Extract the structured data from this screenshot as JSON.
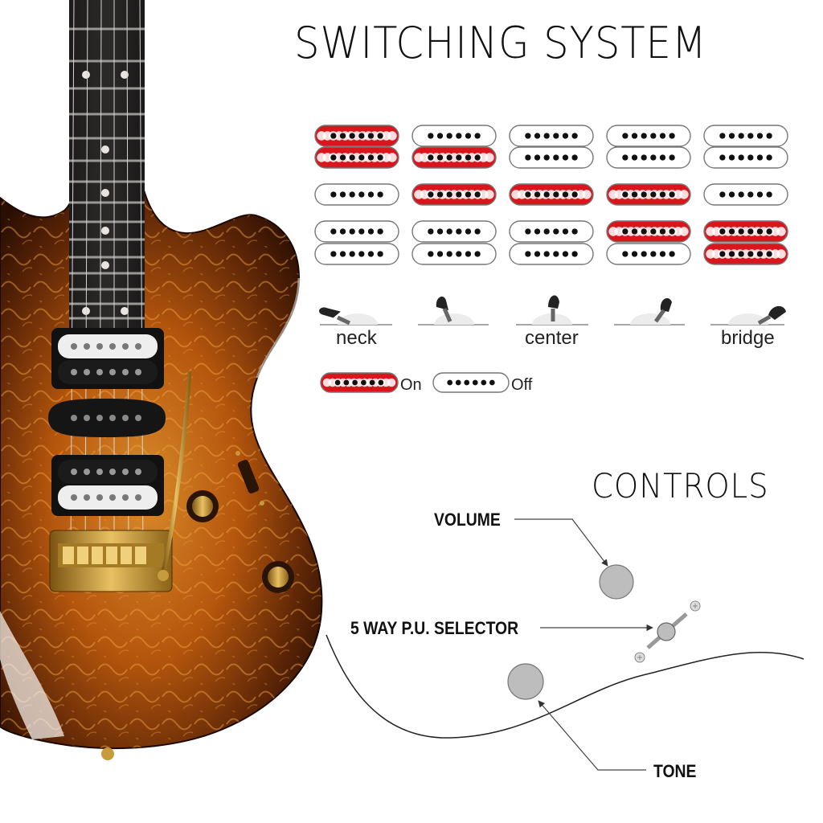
{
  "switching": {
    "title": "SWITCHING SYSTEM",
    "positions": [
      {
        "label": "neck",
        "coils": {
          "neck_top": "on",
          "neck_bottom": "on",
          "center": "off",
          "bridge_top": "off",
          "bridge_bottom": "off"
        }
      },
      {
        "label": "",
        "coils": {
          "neck_top": "off",
          "neck_bottom": "on",
          "center": "on",
          "bridge_top": "off",
          "bridge_bottom": "off"
        }
      },
      {
        "label": "center",
        "coils": {
          "neck_top": "off",
          "neck_bottom": "off",
          "center": "on",
          "bridge_top": "off",
          "bridge_bottom": "off"
        }
      },
      {
        "label": "",
        "coils": {
          "neck_top": "off",
          "neck_bottom": "off",
          "center": "on",
          "bridge_top": "on",
          "bridge_bottom": "off"
        }
      },
      {
        "label": "bridge",
        "coils": {
          "neck_top": "off",
          "neck_bottom": "off",
          "center": "off",
          "bridge_top": "on",
          "bridge_bottom": "on"
        }
      }
    ],
    "legend": {
      "on": "On",
      "off": "Off"
    }
  },
  "controls": {
    "title": "CONTROLS",
    "volume": "VOLUME",
    "selector": "5 WAY P.U. SELECTOR",
    "tone": "TONE"
  },
  "colors": {
    "coil_on": "#d8161c",
    "coil_off": "#ffffff",
    "guitar_body": "#b5560d",
    "guitar_edge": "#2a0e03",
    "knob": "#bdbdbd"
  }
}
